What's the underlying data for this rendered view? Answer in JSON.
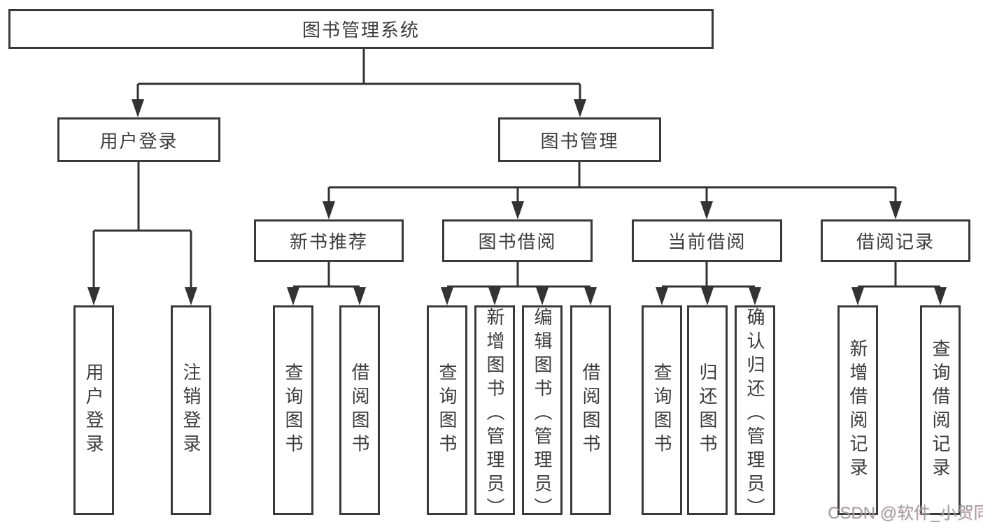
{
  "diagram": {
    "tree": {
      "root": {
        "label": "图书管理系统"
      },
      "level2": [
        {
          "label": "用户登录"
        },
        {
          "label": "图书管理"
        }
      ],
      "level3": [
        {
          "label": "新书推荐"
        },
        {
          "label": "图书借阅"
        },
        {
          "label": "当前借阅"
        },
        {
          "label": "借阅记录"
        }
      ],
      "leaves": {
        "user_login": [
          {
            "label": "用户登录"
          },
          {
            "label": "注销登录"
          }
        ],
        "new_book": [
          {
            "label": "查询图书"
          },
          {
            "label": "借阅图书"
          }
        ],
        "book_borrow": [
          {
            "label": "查询图书"
          },
          {
            "label": "新增图书（管理员）"
          },
          {
            "label": "编辑图书（管理员）"
          },
          {
            "label": "借阅图书"
          }
        ],
        "current_borrow": [
          {
            "label": "查询图书"
          },
          {
            "label": "归还图书"
          },
          {
            "label": "确认归还（管理员）"
          }
        ],
        "records": [
          {
            "label": "新增借阅记录"
          },
          {
            "label": "查询借阅记录"
          }
        ]
      }
    },
    "colors": {
      "line": "#333333",
      "box_border": "#3a3a3a",
      "text": "#3c3c3c",
      "background": "#ffffff",
      "watermark": "#949aa0"
    }
  },
  "watermark": {
    "text": "CSDN @软件_小贺同学"
  }
}
